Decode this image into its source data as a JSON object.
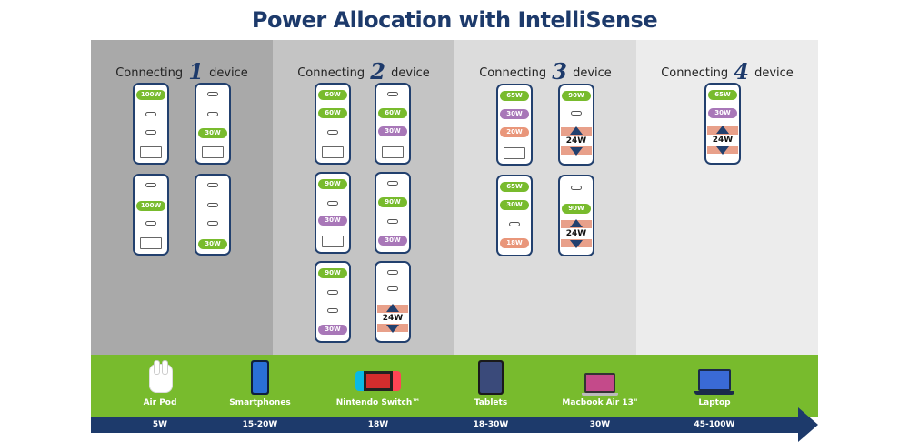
{
  "title": "Power Allocation with IntelliSense",
  "colors": {
    "navy": "#1d3a6b",
    "green": "#78bb2d",
    "purple": "#a877b8",
    "salmon": "#e9967a"
  },
  "columns": [
    {
      "prefix": "Connecting",
      "number": "1",
      "suffix": "device"
    },
    {
      "prefix": "Connecting",
      "number": "2",
      "suffix": "device"
    },
    {
      "prefix": "Connecting",
      "number": "3",
      "suffix": "device"
    },
    {
      "prefix": "Connecting",
      "number": "4",
      "suffix": "device"
    }
  ],
  "badges": {
    "b100w": "100W",
    "b30w": "30W",
    "b60w": "60W",
    "b90w": "90W",
    "b65w": "65W",
    "b20w": "20W",
    "b18w": "18W"
  },
  "shared_label": "24W",
  "devices": [
    {
      "name": "Air Pod",
      "power": "5W",
      "icon": "airpods-icon"
    },
    {
      "name": "Smartphones",
      "power": "15-20W",
      "icon": "smartphone-icon"
    },
    {
      "name": "Nintendo Switch™",
      "power": "18W",
      "icon": "nintendo-switch-icon"
    },
    {
      "name": "Tablets",
      "power": "18-30W",
      "icon": "tablet-icon"
    },
    {
      "name": "Macbook Air 13\"",
      "power": "30W",
      "icon": "macbook-icon"
    },
    {
      "name": "Laptop",
      "power": "45-100W",
      "icon": "laptop-icon"
    }
  ]
}
